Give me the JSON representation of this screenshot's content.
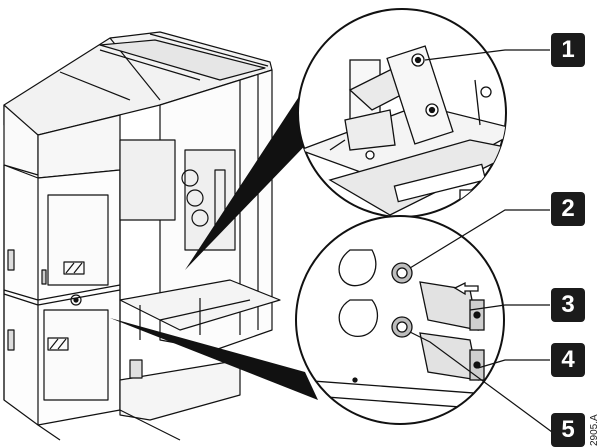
{
  "callouts": [
    {
      "id": "1",
      "label": "1"
    },
    {
      "id": "2",
      "label": "2"
    },
    {
      "id": "3",
      "label": "3"
    },
    {
      "id": "4",
      "label": "4"
    },
    {
      "id": "5",
      "label": "5"
    }
  ],
  "figure_code": "2905.A",
  "colors": {
    "callout_bg": "#1b1b1b",
    "callout_text": "#ffffff",
    "line": "#111111",
    "detail_fill": "#dcdcdc"
  }
}
